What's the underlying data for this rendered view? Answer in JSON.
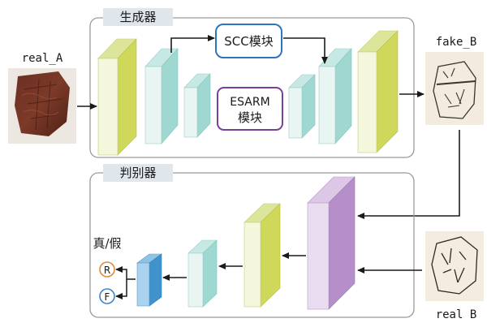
{
  "generator": {
    "title": "生成器",
    "scc_module": "SCC模块",
    "esarm_module_line1": "ESARM",
    "esarm_module_line2": "模块"
  },
  "discriminator": {
    "title": "判别器",
    "output_label": "真/假",
    "output_real": "R",
    "output_fake": "F"
  },
  "images": {
    "real_a": "real_A",
    "fake_b": "fake_B",
    "real_b": "real B"
  },
  "colors": {
    "yellow_block": "#d6e06a",
    "cyan_block": "#a9dcd7",
    "purple_block": "#b58ec9",
    "blue_block": "#4a9bd0",
    "scc_border": "#2f74c0",
    "esarm_border": "#7b3f98",
    "real_circle": "#e08a3a",
    "fake_circle": "#3a86c8"
  }
}
